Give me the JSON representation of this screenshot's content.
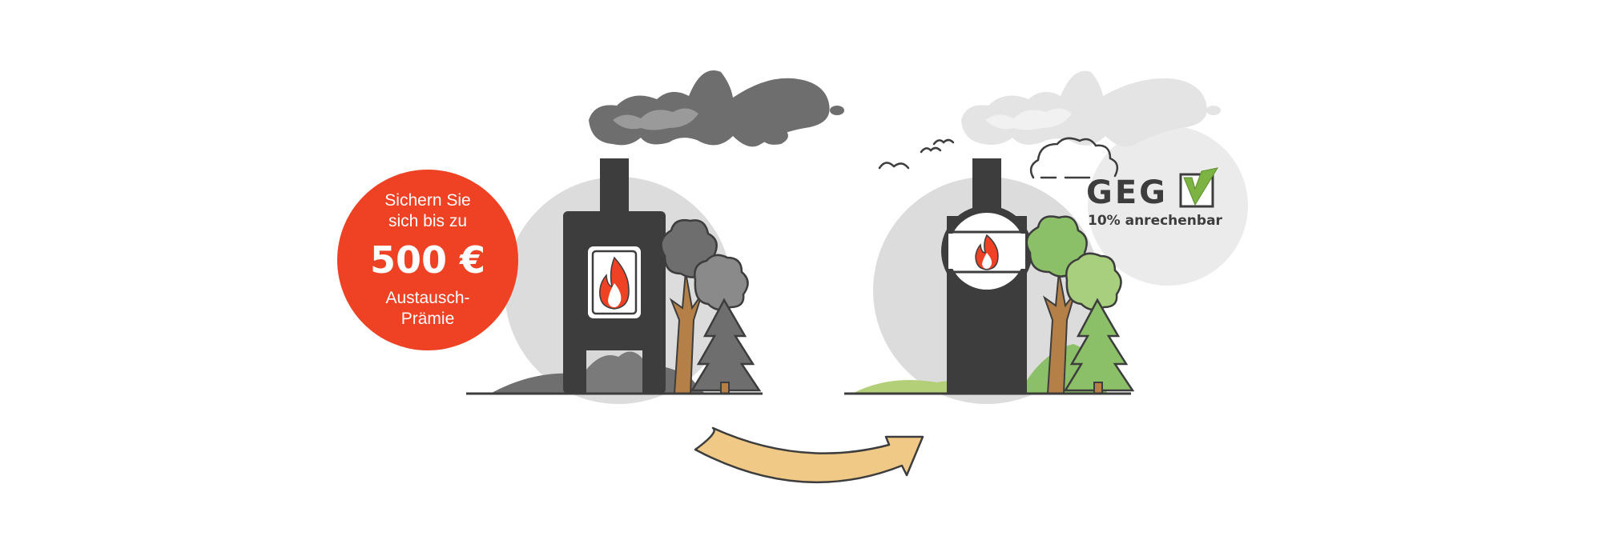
{
  "promo": {
    "line1": "Sichern Sie",
    "line2": "sich bis zu",
    "amount": "500 €",
    "line3": "Austausch-",
    "line4": "Prämie"
  },
  "geg": {
    "label": "GEG",
    "subtitle": "10% anrechenbar"
  },
  "icons": [
    "old-stove-icon",
    "new-stove-icon",
    "flame-icon",
    "checkmark-icon",
    "arrow-icon",
    "cloud-icon",
    "bird-icon",
    "tree-icon"
  ],
  "colors": {
    "promo_badge": "#ef4123",
    "stove": "#3d3d3d",
    "flame": "#ef4123",
    "arrow": "#f0c987",
    "check": "#7cb342",
    "tree_green": "#8cc068",
    "tree_gray": "#7a7a7a",
    "smoke_dark": "#6e6e6e",
    "smoke_light": "#e4e4e4",
    "backdrop": "#dcdcdc"
  }
}
